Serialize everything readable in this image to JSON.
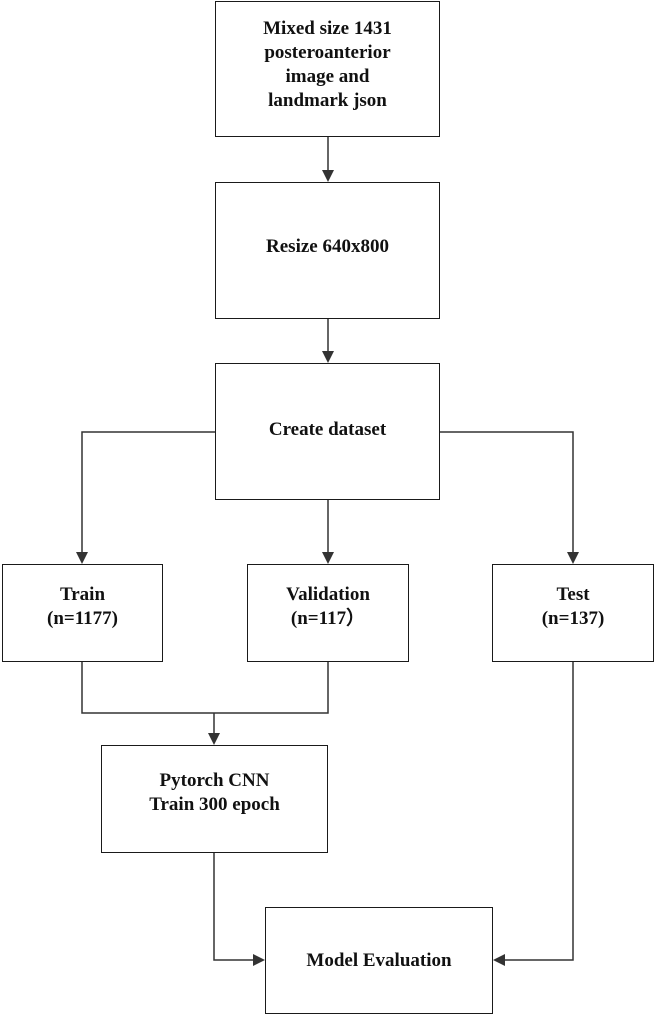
{
  "nodes": {
    "input": "Mixed size 1431\nposteroanterior\nimage and\nlandmark json",
    "resize": "Resize 640x800",
    "create": "Create dataset",
    "train": "Train\n(n=1177)",
    "validation": "Validation\n(n=117）",
    "test": "Test\n(n=137)",
    "cnn": "Pytorch CNN\nTrain 300 epoch",
    "evaluation": "Model Evaluation"
  },
  "colors": {
    "line": "#333333",
    "border": "#1a1a1a",
    "text": "#111111"
  }
}
